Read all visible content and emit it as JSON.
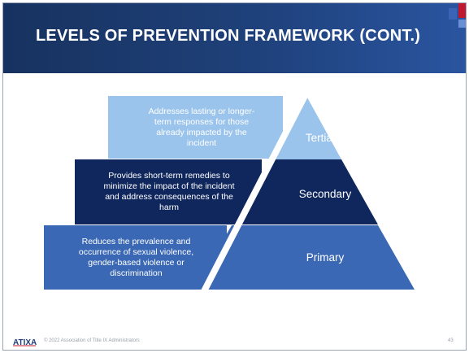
{
  "slide": {
    "title": "LEVELS OF PREVENTION FRAMEWORK (CONT.)",
    "levels": [
      {
        "name": "Tertiary",
        "description": "Addresses lasting or longer-term responses for those already impacted by the incident",
        "color": "#9bc4ec"
      },
      {
        "name": "Secondary",
        "description": "Provides short-term remedies to minimize the impact of the incident and address consequences of the harm",
        "color": "#10275e"
      },
      {
        "name": "Primary",
        "description": "Reduces the prevalence and occurrence of sexual violence, gender-based violence or discrimination",
        "color": "#3a68b4"
      }
    ]
  },
  "footer": {
    "copyright": "© 2022 Association of Title IX Administrators",
    "page_number": "43",
    "logo_alt": "ATIXA"
  },
  "colors": {
    "header": "#1f417b",
    "accent_red": "#c0192f",
    "accent_blue": "#3b63b6"
  }
}
